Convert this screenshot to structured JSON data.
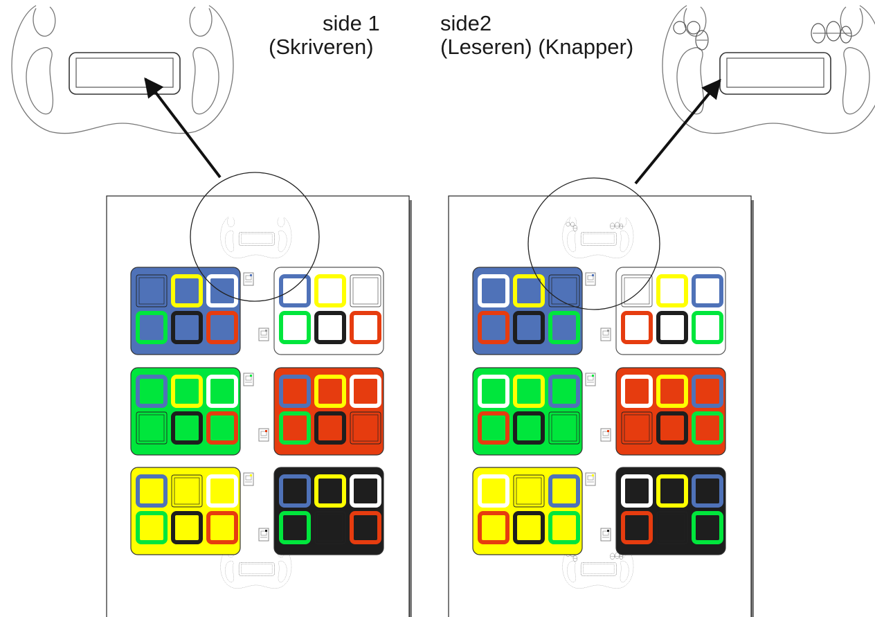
{
  "labels": {
    "side1": "side 1",
    "side1_sub": "(Skriveren)",
    "side2": "side2",
    "side2_sub": "(Leseren) (Knapper)"
  },
  "colors": {
    "blue": "#4f72b8",
    "yellow": "#ffff00",
    "white": "#ffffff",
    "green": "#00e63c",
    "black": "#1e1e1e",
    "red": "#e63c0f"
  },
  "pages": [
    {
      "name": "side-1",
      "cards": [
        {
          "bg": "blue",
          "cells": [
            [
              "blue",
              "thin"
            ],
            [
              "yellow",
              "thick"
            ],
            [
              "white",
              "thick"
            ],
            [
              "green",
              "thick"
            ],
            [
              "black",
              "thick"
            ],
            [
              "red",
              "thick"
            ]
          ]
        },
        {
          "bg": "white",
          "cells": [
            [
              "blue",
              "thick"
            ],
            [
              "yellow",
              "thick"
            ],
            [
              "white",
              "thin"
            ],
            [
              "green",
              "thick"
            ],
            [
              "black",
              "thick"
            ],
            [
              "red",
              "thick"
            ]
          ]
        },
        {
          "bg": "green",
          "cells": [
            [
              "blue",
              "thick"
            ],
            [
              "yellow",
              "thick"
            ],
            [
              "white",
              "thick"
            ],
            [
              "green",
              "thin"
            ],
            [
              "black",
              "thick"
            ],
            [
              "red",
              "thick"
            ]
          ]
        },
        {
          "bg": "red",
          "cells": [
            [
              "blue",
              "thick"
            ],
            [
              "yellow",
              "thick"
            ],
            [
              "white",
              "thick"
            ],
            [
              "green",
              "thick"
            ],
            [
              "black",
              "thick"
            ],
            [
              "red",
              "thin"
            ]
          ]
        },
        {
          "bg": "yellow",
          "cells": [
            [
              "blue",
              "thick"
            ],
            [
              "yellow",
              "thin"
            ],
            [
              "white",
              "thick"
            ],
            [
              "green",
              "thick"
            ],
            [
              "black",
              "thick"
            ],
            [
              "red",
              "thick"
            ]
          ]
        },
        {
          "bg": "black",
          "cells": [
            [
              "blue",
              "thick"
            ],
            [
              "yellow",
              "thick"
            ],
            [
              "white",
              "thick"
            ],
            [
              "green",
              "thick"
            ],
            [
              "black",
              "thin"
            ],
            [
              "red",
              "thick"
            ]
          ]
        }
      ]
    },
    {
      "name": "side-2",
      "cards": [
        {
          "bg": "blue",
          "cells": [
            [
              "white",
              "thick"
            ],
            [
              "yellow",
              "thick"
            ],
            [
              "blue",
              "thin"
            ],
            [
              "red",
              "thick"
            ],
            [
              "black",
              "thick"
            ],
            [
              "green",
              "thick"
            ]
          ]
        },
        {
          "bg": "white",
          "cells": [
            [
              "white",
              "thin"
            ],
            [
              "yellow",
              "thick"
            ],
            [
              "blue",
              "thick"
            ],
            [
              "red",
              "thick"
            ],
            [
              "black",
              "thick"
            ],
            [
              "green",
              "thick"
            ]
          ]
        },
        {
          "bg": "green",
          "cells": [
            [
              "white",
              "thick"
            ],
            [
              "yellow",
              "thick"
            ],
            [
              "blue",
              "thick"
            ],
            [
              "red",
              "thick"
            ],
            [
              "black",
              "thick"
            ],
            [
              "green",
              "thin"
            ]
          ]
        },
        {
          "bg": "red",
          "cells": [
            [
              "white",
              "thick"
            ],
            [
              "yellow",
              "thick"
            ],
            [
              "blue",
              "thick"
            ],
            [
              "red",
              "thin"
            ],
            [
              "black",
              "thick"
            ],
            [
              "green",
              "thick"
            ]
          ]
        },
        {
          "bg": "yellow",
          "cells": [
            [
              "white",
              "thick"
            ],
            [
              "yellow",
              "thin"
            ],
            [
              "blue",
              "thick"
            ],
            [
              "red",
              "thick"
            ],
            [
              "black",
              "thick"
            ],
            [
              "green",
              "thick"
            ]
          ]
        },
        {
          "bg": "black",
          "cells": [
            [
              "white",
              "thick"
            ],
            [
              "yellow",
              "thick"
            ],
            [
              "blue",
              "thick"
            ],
            [
              "red",
              "thick"
            ],
            [
              "black",
              "thin"
            ],
            [
              "green",
              "thick"
            ]
          ]
        }
      ]
    }
  ],
  "icons": [
    "controller-icon",
    "controller-with-buttons-icon",
    "arrow-icon",
    "magnifier-circle-icon",
    "mini-braille-icon"
  ]
}
